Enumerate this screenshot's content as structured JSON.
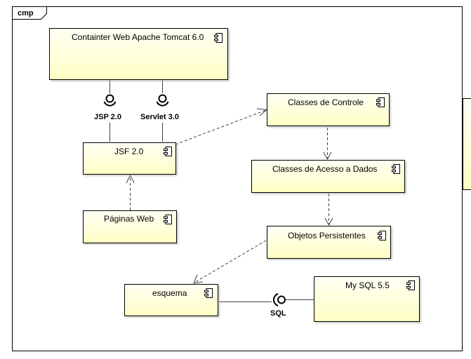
{
  "frame": {
    "label": "cmp"
  },
  "components": {
    "tomcat": "Containter Web Apache Tomcat 6.0",
    "jsf": "JSF 2.0",
    "paginas": "Páginas Web",
    "controle": "Classes de Controle",
    "acesso": "Classes de Acesso a Dados",
    "objetos": "Objetos Persistentes",
    "esquema": "esquema",
    "mysql": "My SQL 5.5"
  },
  "interfaces": {
    "jsp": "JSP 2.0",
    "servlet": "Servlet 3.0",
    "sql": "SQL"
  },
  "colors": {
    "box_fill_top": "#fffff0",
    "box_fill_bottom": "#ffffc8",
    "stroke": "#000000",
    "connector": "#404040"
  }
}
